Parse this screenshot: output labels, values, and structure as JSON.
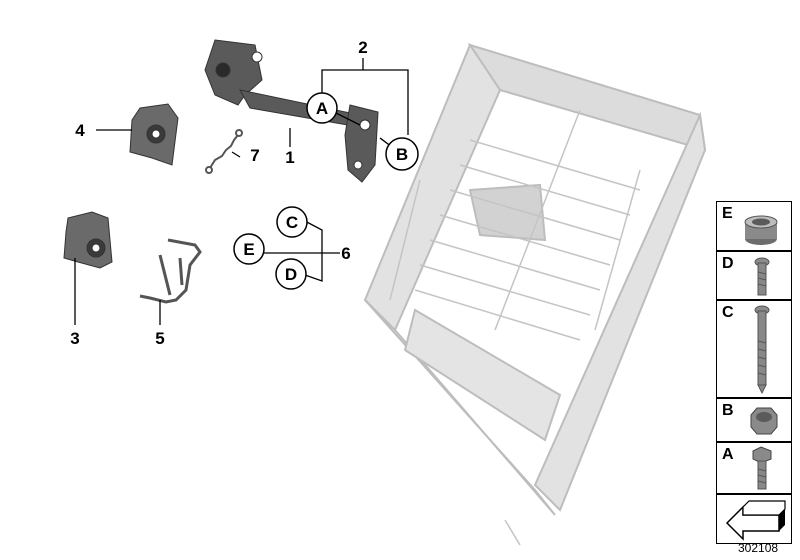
{
  "callouts": {
    "p1": "1",
    "p2": "2",
    "p3": "3",
    "p4": "4",
    "p5": "5",
    "p6": "6",
    "p7": "7",
    "a": "A",
    "b": "B",
    "c": "C",
    "d": "D",
    "e": "E"
  },
  "panel": {
    "e": "E",
    "d": "D",
    "c": "C",
    "b": "B",
    "a": "A"
  },
  "reference_number": "302108",
  "colors": {
    "part": "#5a5a5a",
    "frame": "#d8d8d8",
    "frame_stroke": "#b9b9b9",
    "line": "#000000"
  }
}
